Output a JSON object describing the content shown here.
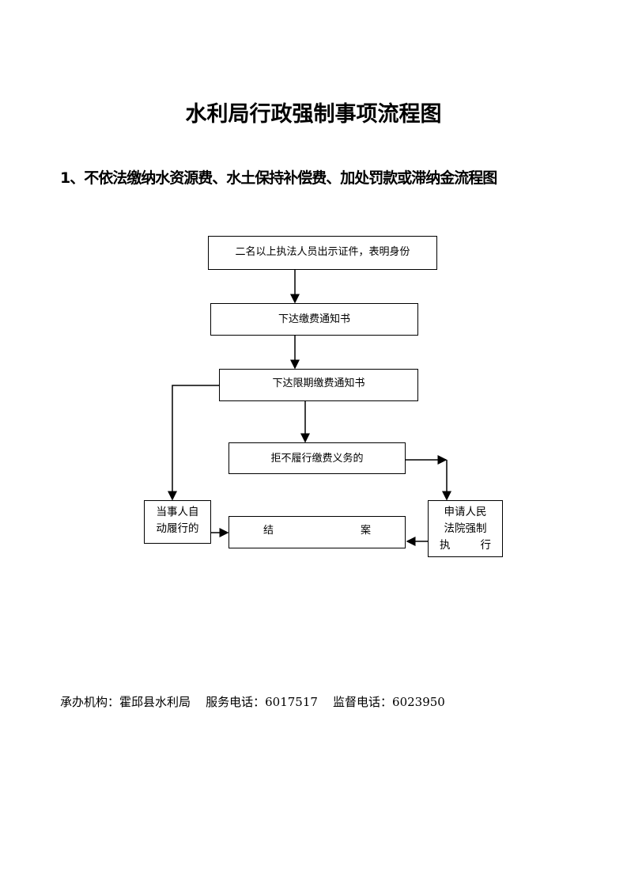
{
  "title": "水利局行政强制事项流程图",
  "subtitle": "1、不依法缴纳水资源费、水土保持补偿费、加处罚款或滞纳金流程图",
  "flow": {
    "step1": "二名以上执法人员出示证件，表明身份",
    "step2": "下达缴费通知书",
    "step3": "下达限期缴费通知书",
    "step4": "拒不履行缴费义务的",
    "self_line1": "当事人自",
    "self_line2": "动履行的",
    "close_a": "结",
    "close_b": "案",
    "court_line1": "申请人民",
    "court_line2": "法院强制",
    "court_line3a": "执",
    "court_line3b": "行"
  },
  "footer": {
    "org_label": "承办机构：",
    "org": "霍邱县水利局",
    "service_label": "服务电话：",
    "service_phone": "6017517",
    "supervise_label": "监督电话：",
    "supervise_phone": "6023950"
  }
}
